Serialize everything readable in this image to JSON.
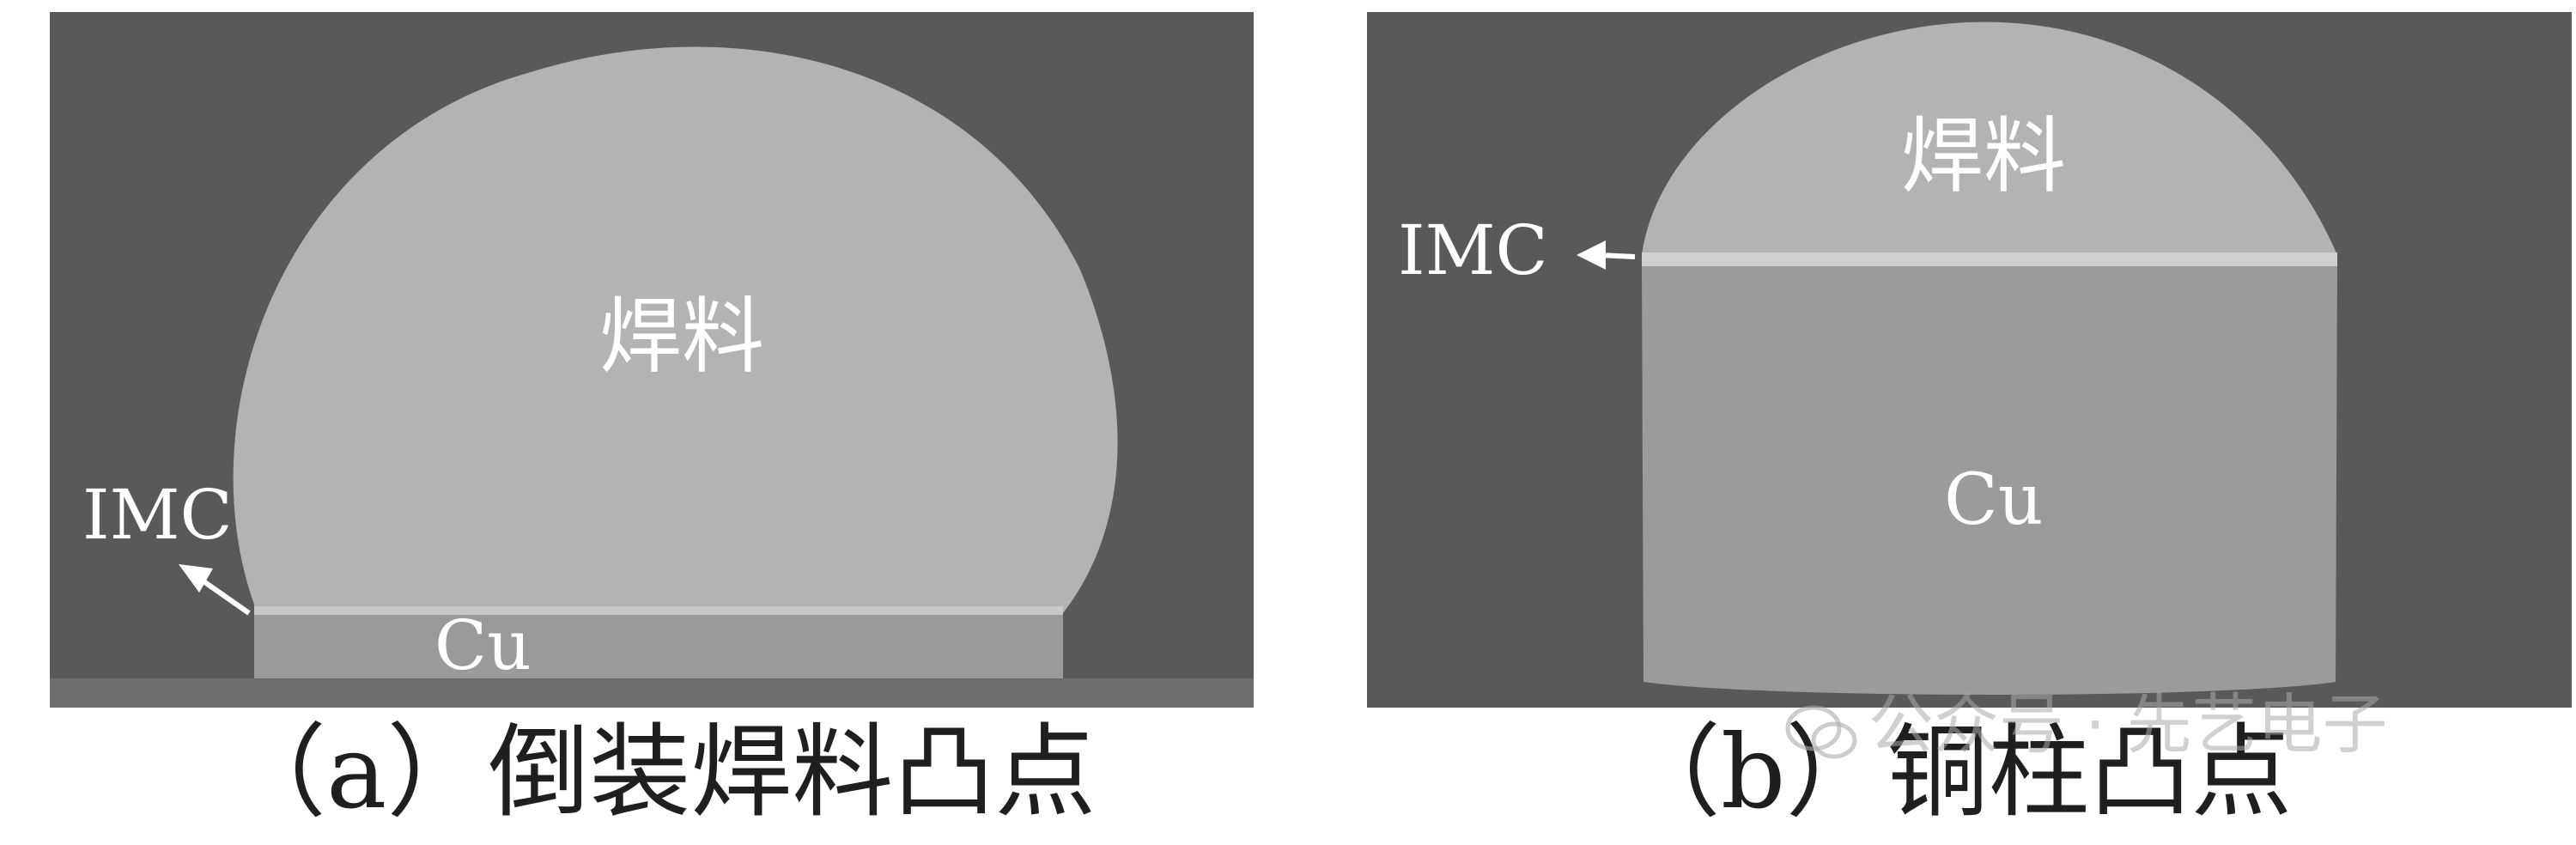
{
  "colors": {
    "background": "#595959",
    "solder": "#b3b3b3",
    "copper": "#9a9a9a",
    "imc": "#cfcfcf",
    "label_text": "#ffffff",
    "caption_text": "#1f1f1f"
  },
  "panel_a": {
    "solder_label": "焊料",
    "cu_label": "Cu",
    "imc_label": "IMC",
    "caption": "（a）倒装焊料凸点"
  },
  "panel_b": {
    "solder_label": "焊料",
    "cu_label": "Cu",
    "imc_label": "IMC",
    "caption": "（b）铜柱凸点"
  },
  "watermark": {
    "text": "公众号 · 先艺电子"
  }
}
